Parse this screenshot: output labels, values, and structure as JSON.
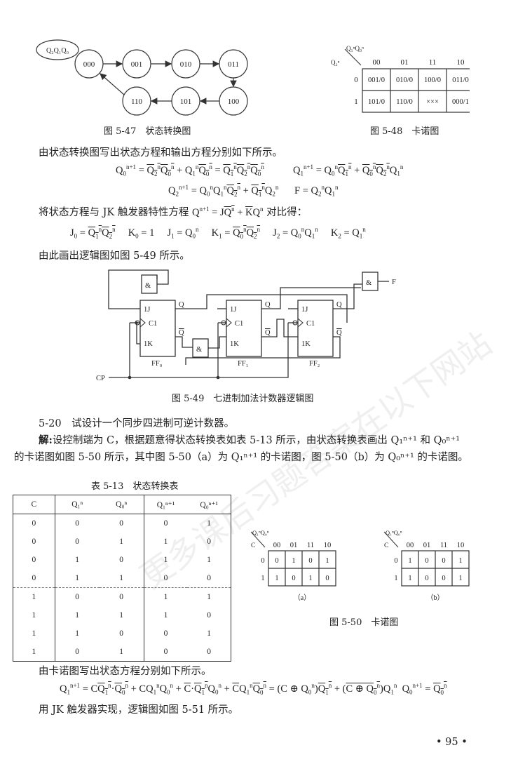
{
  "fig547": {
    "ellipse_label": "Q₂Q₁Q₀",
    "states": [
      "000",
      "001",
      "010",
      "011",
      "100",
      "101",
      "110"
    ],
    "caption": "图 5-47　状态转换图"
  },
  "fig548": {
    "row_var": "Q₂ⁿ",
    "col_var": "Q₁ⁿQ₀ⁿ",
    "col_headers": [
      "00",
      "01",
      "11",
      "10"
    ],
    "row_headers": [
      "0",
      "1"
    ],
    "cells": [
      [
        "001/0",
        "010/0",
        "100/0",
        "011/0"
      ],
      [
        "101/0",
        "110/0",
        "×××",
        "000/1"
      ]
    ],
    "caption": "图 5-48　卡诺图"
  },
  "text": {
    "p1": "由状态转换图写出状态方程和输出方程分别如下所示。",
    "p2a": "将状态方程与 JK 触发器特性方程 ",
    "p2b": " 对比得：",
    "p3": "由此画出逻辑图如图 5-49 所示。",
    "p4": "5-20　试设计一个同步四进制可逆计数器。",
    "p5_label": "解:",
    "p5": "设控制端为 C，根据题意得状态转换表如表 5-13 所示，由状态转换表画出 Q₁ⁿ⁺¹ 和 Q₀ⁿ⁺¹",
    "p6": "的卡诺图如图 5-50 所示，其中图 5-50（a）为 Q₁ⁿ⁺¹ 的卡诺图，图 5-50（b）为 Q₀ⁿ⁺¹ 的卡诺图。",
    "p7": "由卡诺图写出状态方程分别如下所示。",
    "p8": "用 JK 触发器实现，逻辑图如图 5-51 所示。",
    "page_number": "• 95 •"
  },
  "fig549": {
    "ff_labels": [
      "FF₀",
      "FF₁",
      "FF₂"
    ],
    "pin_1j": "1J",
    "pin_c1": "C1",
    "pin_1k": "1K",
    "and_label": "&",
    "q_label": "Q",
    "qbar_label": "Q",
    "out_label": "F",
    "cp_label": "CP",
    "caption": "图 5-49　七进制加法计数器逻辑图"
  },
  "table513": {
    "title": "表 5-13　状态转换表",
    "headers": [
      "C",
      "Q₁ⁿ",
      "Q₀ⁿ",
      "Q₁ⁿ⁺¹",
      "Q₀ⁿ⁺¹"
    ],
    "rows": [
      [
        "0",
        "0",
        "0",
        "0",
        "1"
      ],
      [
        "0",
        "0",
        "1",
        "1",
        "0"
      ],
      [
        "0",
        "1",
        "0",
        "1",
        "1"
      ],
      [
        "0",
        "1",
        "1",
        "0",
        "0"
      ],
      [
        "1",
        "0",
        "0",
        "1",
        "1"
      ],
      [
        "1",
        "1",
        "1",
        "1",
        "0"
      ],
      [
        "1",
        "1",
        "0",
        "0",
        "1"
      ],
      [
        "1",
        "0",
        "1",
        "0",
        "0"
      ]
    ]
  },
  "fig550": {
    "row_var": "C",
    "col_var": "Q₁ⁿQ₀ⁿ",
    "col_headers": [
      "00",
      "01",
      "11",
      "10"
    ],
    "row_headers": [
      "0",
      "1"
    ],
    "map_a": [
      [
        "0",
        "1",
        "0",
        "1"
      ],
      [
        "1",
        "0",
        "1",
        "0"
      ]
    ],
    "map_b": [
      [
        "1",
        "0",
        "0",
        "1"
      ],
      [
        "1",
        "0",
        "0",
        "1"
      ]
    ],
    "sub_a": "（a）",
    "sub_b": "（b）",
    "caption": "图 5-50　卡诺图"
  }
}
